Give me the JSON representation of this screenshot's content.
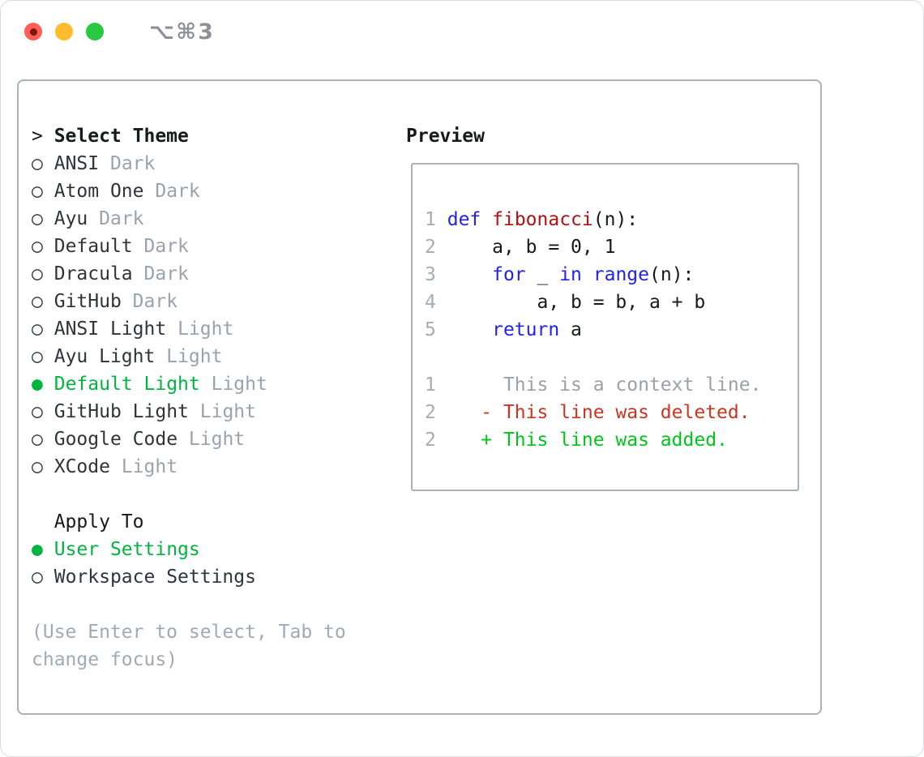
{
  "window": {
    "shortcut": "⌥⌘3"
  },
  "picker": {
    "prompt": "> ",
    "title": "Select Theme",
    "themes": [
      {
        "bullet": "○",
        "name": "ANSI",
        "variant": "Dark",
        "selected": false
      },
      {
        "bullet": "○",
        "name": "Atom One",
        "variant": "Dark",
        "selected": false
      },
      {
        "bullet": "○",
        "name": "Ayu",
        "variant": "Dark",
        "selected": false
      },
      {
        "bullet": "○",
        "name": "Default",
        "variant": "Dark",
        "selected": false
      },
      {
        "bullet": "○",
        "name": "Dracula",
        "variant": "Dark",
        "selected": false
      },
      {
        "bullet": "○",
        "name": "GitHub",
        "variant": "Dark",
        "selected": false
      },
      {
        "bullet": "○",
        "name": "ANSI Light",
        "variant": "Light",
        "selected": false
      },
      {
        "bullet": "○",
        "name": "Ayu Light",
        "variant": "Light",
        "selected": false
      },
      {
        "bullet": "●",
        "name": "Default Light",
        "variant": "Light",
        "selected": true
      },
      {
        "bullet": "○",
        "name": "GitHub Light",
        "variant": "Light",
        "selected": false
      },
      {
        "bullet": "○",
        "name": "Google Code",
        "variant": "Light",
        "selected": false
      },
      {
        "bullet": "○",
        "name": "XCode",
        "variant": "Light",
        "selected": false
      }
    ],
    "apply_to": {
      "title": "Apply To",
      "options": [
        {
          "bullet": "●",
          "name": "User Settings",
          "selected": true
        },
        {
          "bullet": "○",
          "name": "Workspace Settings",
          "selected": false
        }
      ]
    },
    "hint": "(Use Enter to select, Tab to change focus)"
  },
  "preview": {
    "title": "Preview",
    "lines": [
      {
        "num": "1",
        "tokens": [
          [
            " ",
            "pl"
          ],
          [
            "def",
            "kw"
          ],
          [
            " ",
            "pl"
          ],
          [
            "fibonacci",
            "fn"
          ],
          [
            "(n):",
            "pl"
          ]
        ]
      },
      {
        "num": "2",
        "tokens": [
          [
            "     a, b = 0, 1",
            "pl"
          ]
        ]
      },
      {
        "num": "3",
        "tokens": [
          [
            "     ",
            "pl"
          ],
          [
            "for",
            "kw"
          ],
          [
            " _ ",
            "pl"
          ],
          [
            "in",
            "kw"
          ],
          [
            " ",
            "pl"
          ],
          [
            "range",
            "kw"
          ],
          [
            "(n):",
            "pl"
          ]
        ]
      },
      {
        "num": "4",
        "tokens": [
          [
            "         a, b = b, a + b",
            "pl"
          ]
        ]
      },
      {
        "num": "5",
        "tokens": [
          [
            "     ",
            "pl"
          ],
          [
            "return",
            "kw"
          ],
          [
            " a",
            "pl"
          ]
        ]
      },
      {
        "num": "",
        "tokens": []
      },
      {
        "num": "1",
        "tokens": [
          [
            "      This is a context line.",
            "ctx"
          ]
        ]
      },
      {
        "num": "2",
        "tokens": [
          [
            "    - This line was deleted.",
            "del"
          ]
        ]
      },
      {
        "num": "2",
        "tokens": [
          [
            "    + This line was added.",
            "add"
          ]
        ]
      }
    ]
  },
  "colors": {
    "tl_red": "#ff5f57",
    "tl_red_dot": "#7a1510",
    "tl_yellow": "#febc2e",
    "tl_green": "#28c840",
    "shortcut_gray": "#8e9297",
    "window_border": "#d9dbdf",
    "border_gray": "#a9b1bb",
    "text_black": "#17191c",
    "item_text": "#2f343a",
    "muted": "#99a3ae",
    "hint": "#a0aab4",
    "lnum": "#a4adb7",
    "ctx_gray": "#9aa1a8",
    "kw_blue": "#2222ee",
    "fn_red": "#b21111",
    "del_red": "#cc3422",
    "add_green": "#00c51d",
    "sel_green": "#00b440"
  }
}
